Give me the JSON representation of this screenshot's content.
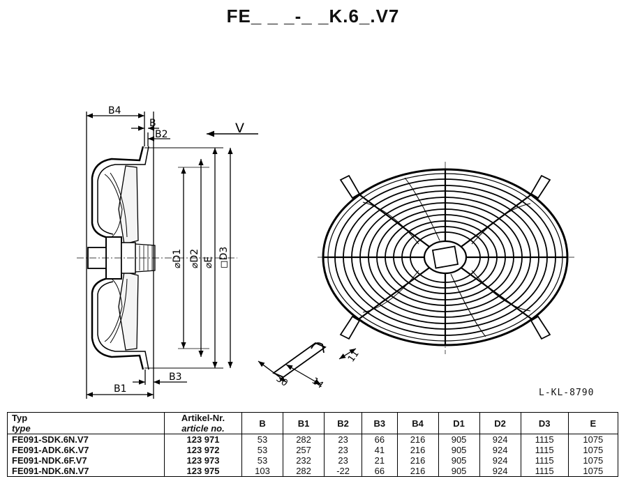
{
  "title": "FE_ _ _-_ _K.6_.V7",
  "drawing": {
    "dim_labels": {
      "b4": "B4",
      "b": "B",
      "b2": "B2",
      "b1": "B1",
      "b3": "B3",
      "d1": "⌀D1",
      "d2": "⌀D2",
      "e": "⌀E",
      "d3": "◻D3",
      "v": "V",
      "d30": "30",
      "d14": "14",
      "d11": "11"
    },
    "drawing_code": "L-KL-8790"
  },
  "table": {
    "header_typ": "Typ",
    "header_typ_sub": "type",
    "header_art": "Artikel-Nr.",
    "header_art_sub": "article no.",
    "columns": [
      "B",
      "B1",
      "B2",
      "B3",
      "B4",
      "D1",
      "D2",
      "D3",
      "E"
    ],
    "rows": [
      {
        "type": "FE091-SDK.6N.V7",
        "article": "123 971",
        "values": [
          "53",
          "282",
          "23",
          "66",
          "216",
          "905",
          "924",
          "1115",
          "1075"
        ]
      },
      {
        "type": "FE091-ADK.6K.V7",
        "article": "123 972",
        "values": [
          "53",
          "257",
          "23",
          "41",
          "216",
          "905",
          "924",
          "1115",
          "1075"
        ]
      },
      {
        "type": "FE091-NDK.6F.V7",
        "article": "123 973",
        "values": [
          "53",
          "232",
          "23",
          "21",
          "216",
          "905",
          "924",
          "1115",
          "1075"
        ]
      },
      {
        "type": "FE091-NDK.6N.V7",
        "article": "123 975",
        "values": [
          "103",
          "282",
          "-22",
          "66",
          "216",
          "905",
          "924",
          "1115",
          "1075"
        ]
      }
    ]
  }
}
